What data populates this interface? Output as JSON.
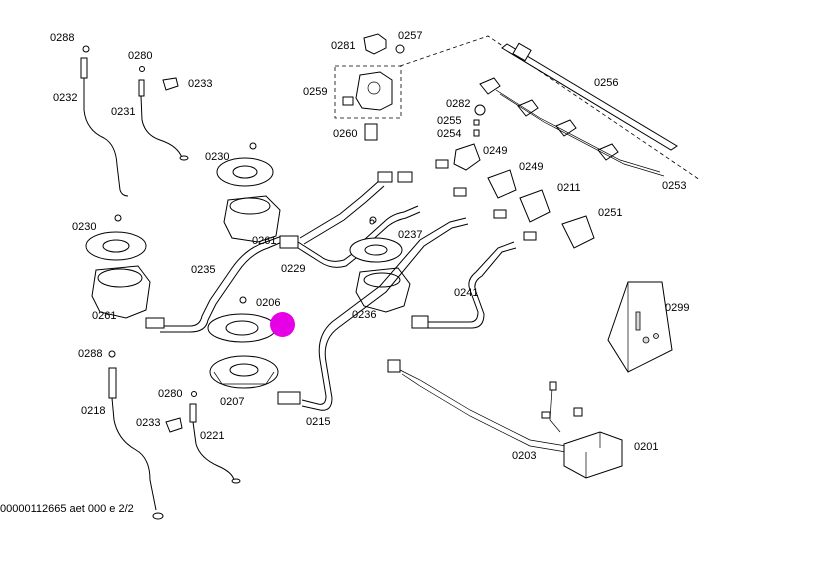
{
  "labels": {
    "l0288a": "0288",
    "l0232": "0232",
    "l0280a": "0280",
    "l0231": "0231",
    "l0233a": "0233",
    "l0281": "0281",
    "l0257": "0257",
    "l0259": "0259",
    "l0260": "0260",
    "l0256": "0256",
    "l0282": "0282",
    "l0255": "0255",
    "l0254": "0254",
    "l0249a": "0249",
    "l0249b": "0249",
    "l0211": "0211",
    "l0251": "0251",
    "l0253": "0253",
    "l0230a": "0230",
    "l0261a": "0261",
    "l0230b": "0230",
    "l0235": "0235",
    "l0229": "0229",
    "l0237": "0237",
    "l0206": "0206",
    "l0261b": "0261",
    "l0236": "0236",
    "l0241": "0241",
    "l0299": "0299",
    "l0288b": "0288",
    "l0218": "0218",
    "l0280b": "0280",
    "l0233b": "0233",
    "l0221": "0221",
    "l0207": "0207",
    "l0215": "0215",
    "l0203": "0203",
    "l0201": "0201"
  },
  "footer_text": "00000112665 aet 000 e 2/2",
  "marker_color": "#e600e6"
}
